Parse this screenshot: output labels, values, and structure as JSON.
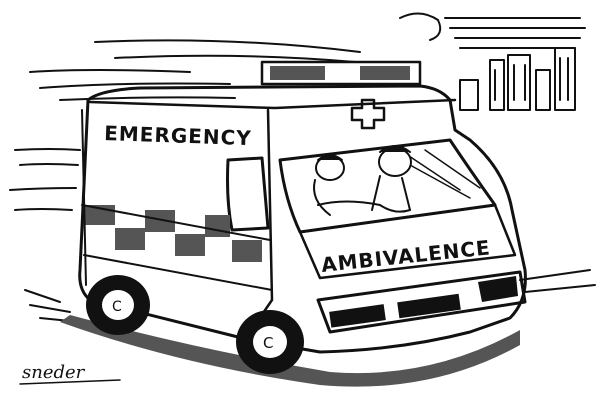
{
  "cartoon": {
    "side_text": "EMERGENCY",
    "front_text": "AMBIVALENCE",
    "signature": "sneder"
  },
  "colors": {
    "ink": "#111111",
    "paper": "#ffffff",
    "shade": "#555555"
  },
  "icons": [
    "cross-icon",
    "wheel-hub-icon"
  ]
}
